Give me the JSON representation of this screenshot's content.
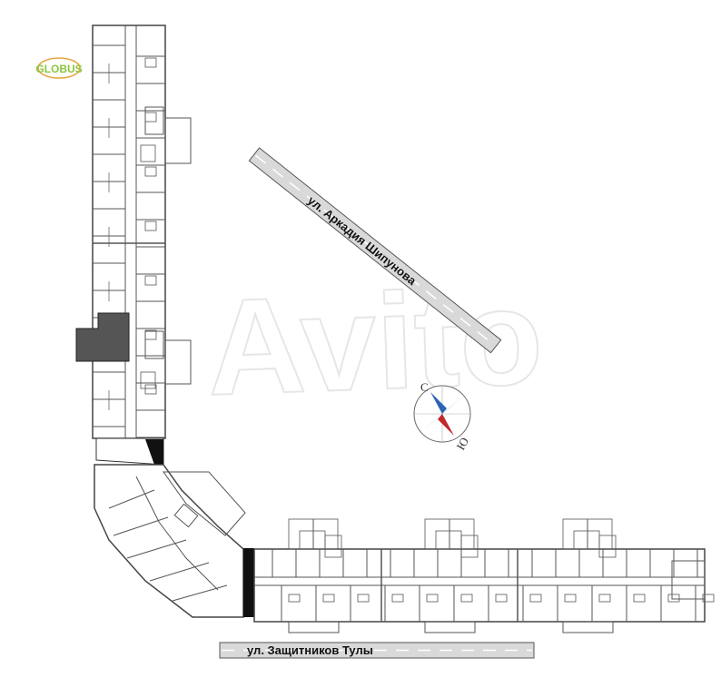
{
  "logo": {
    "text": "GLOBUS",
    "color": "#8cc63f",
    "accent": "#e8a33c"
  },
  "streets": {
    "diagonal": "ул. Аркадия Шипунова",
    "horizontal": "ул. Защитников Тулы"
  },
  "compass": {
    "north": "С",
    "south": "Ю",
    "north_color": "#2a64b8",
    "south_color": "#c0282d"
  },
  "watermark": "Avito",
  "highlight": {
    "color": "#555555"
  }
}
